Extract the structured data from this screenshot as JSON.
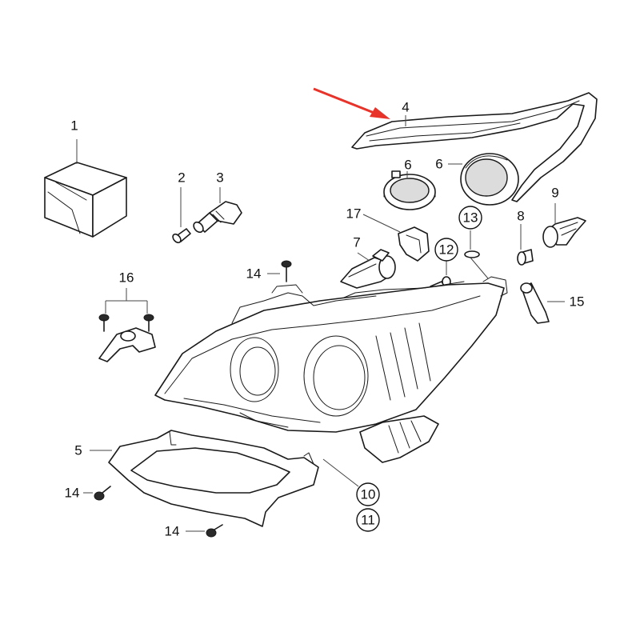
{
  "labels": {
    "p1": "1",
    "p2": "2",
    "p3": "3",
    "p4": "4",
    "p5": "5",
    "p6a": "6",
    "p6b": "6",
    "p7": "7",
    "p8": "8",
    "p9": "9",
    "p10": "10",
    "p11": "11",
    "p12": "12",
    "p13": "13",
    "p14a": "14",
    "p14b": "14",
    "p14c": "14",
    "p15": "15",
    "p16": "16",
    "p17": "17"
  },
  "colors": {
    "arrow": "#e8332a",
    "line": "#1a1a1a"
  }
}
